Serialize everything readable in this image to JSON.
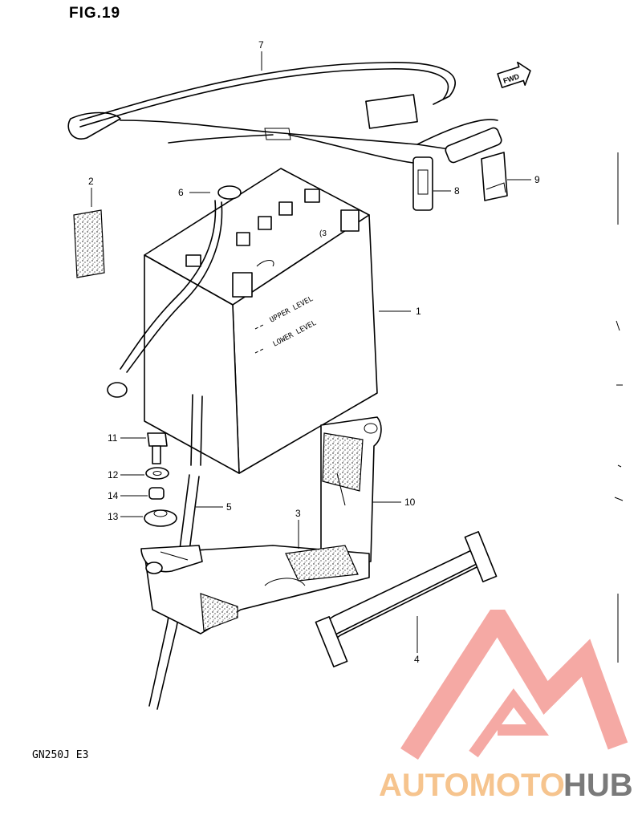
{
  "figure": {
    "title": "FIG.19",
    "model_code": "GN250J E3"
  },
  "direction_mark": "FWD",
  "battery_text": {
    "upper": "UPPER LEVEL",
    "lower": "LOWER LEVEL"
  },
  "callouts": [
    "1",
    "2",
    "3",
    "4",
    "5",
    "6",
    "7",
    "8",
    "9",
    "10",
    "11",
    "12",
    "13",
    "14"
  ],
  "watermark": {
    "text_part1": "AUTOMOTO",
    "text_part2": "HUB",
    "color_primary": "#f39a94",
    "color_accent": "#f6c48e",
    "color_dark": "#7a7a7a"
  }
}
